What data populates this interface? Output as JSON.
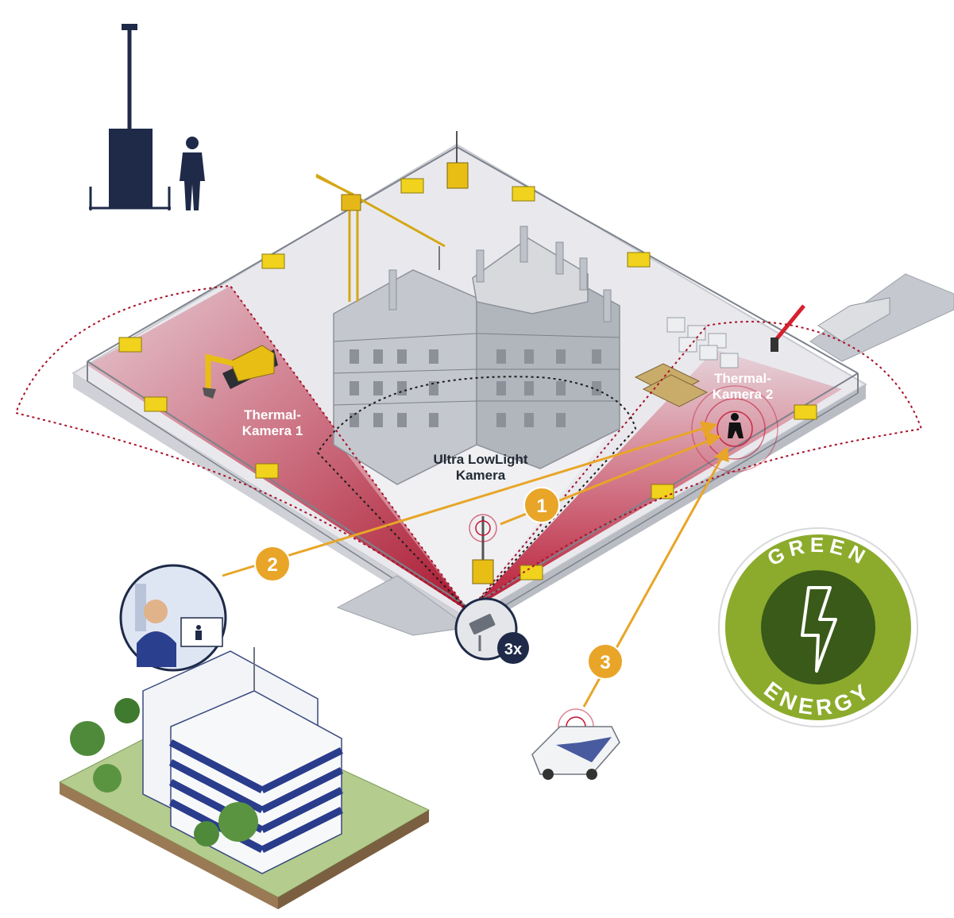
{
  "labels": {
    "thermal_cam_1": [
      "Thermal-",
      "Kamera 1"
    ],
    "thermal_cam_2": [
      "Thermal-",
      "Kamera 2"
    ],
    "lowlight_cam": [
      "Ultra LowLight",
      "Kamera"
    ]
  },
  "steps": [
    {
      "number": "1"
    },
    {
      "number": "2"
    },
    {
      "number": "3"
    }
  ],
  "camera_badge": "3x",
  "green_energy": {
    "top": "GREEN",
    "bottom": "ENERGY"
  },
  "colors": {
    "accent_orange": "#e8a528",
    "coverage_red": "#b5102a",
    "navy": "#1f2a4a",
    "green_outer": "#8cab2c",
    "green_inner": "#3a5a1a"
  }
}
